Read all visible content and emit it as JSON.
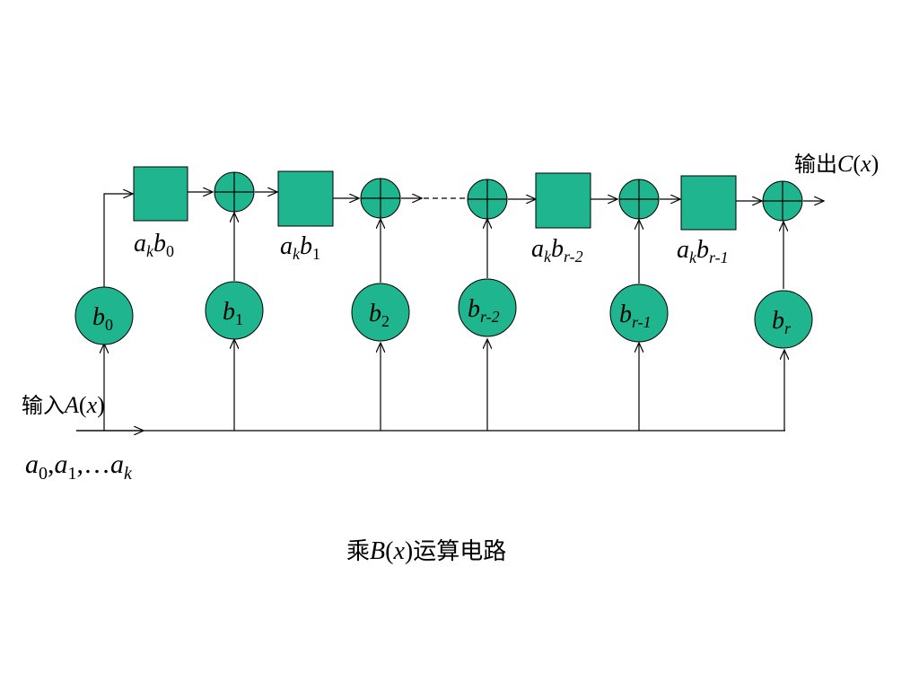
{
  "output_label": {
    "prefix": "输出",
    "var": "C",
    "open": "(",
    "arg": "x",
    "close": ")"
  },
  "input_label": {
    "prefix": "输入",
    "var": "A",
    "open": "(",
    "arg": "x",
    "close": ")"
  },
  "input_sequence": {
    "items": [
      {
        "base": "a",
        "sub": "0",
        "sep": ","
      },
      {
        "base": "a",
        "sub": "1",
        "sep": ",…"
      },
      {
        "base": "a",
        "sub": "k",
        "sep": ""
      }
    ]
  },
  "caption": {
    "prefix": "乘",
    "var": "B",
    "open": "(",
    "arg": "x",
    "close": ")",
    "suffix": "运算电路"
  },
  "product_labels": [
    {
      "a": "a",
      "a_sub": "k",
      "b": "b",
      "b_sub": "0"
    },
    {
      "a": "a",
      "a_sub": "k",
      "b": "b",
      "b_sub": "1"
    },
    {
      "a": "a",
      "a_sub": "k",
      "b": "b",
      "b_sub": "r-2"
    },
    {
      "a": "a",
      "a_sub": "k",
      "b": "b",
      "b_sub": "r-1"
    }
  ],
  "coefficients": [
    {
      "base": "b",
      "sub": "0"
    },
    {
      "base": "b",
      "sub": "1"
    },
    {
      "base": "b",
      "sub": "2"
    },
    {
      "base": "b",
      "sub": "r-2"
    },
    {
      "base": "b",
      "sub": "r-1"
    },
    {
      "base": "b",
      "sub": "r"
    }
  ],
  "adders": [
    {
      "symbol": "⊕"
    },
    {
      "symbol": "⊕"
    },
    {
      "symbol": "⊕"
    },
    {
      "symbol": "⊕"
    },
    {
      "symbol": "⊕"
    }
  ],
  "colors": {
    "component_fill": "#1fb58f",
    "stroke": "#000000",
    "background": "#ffffff"
  }
}
